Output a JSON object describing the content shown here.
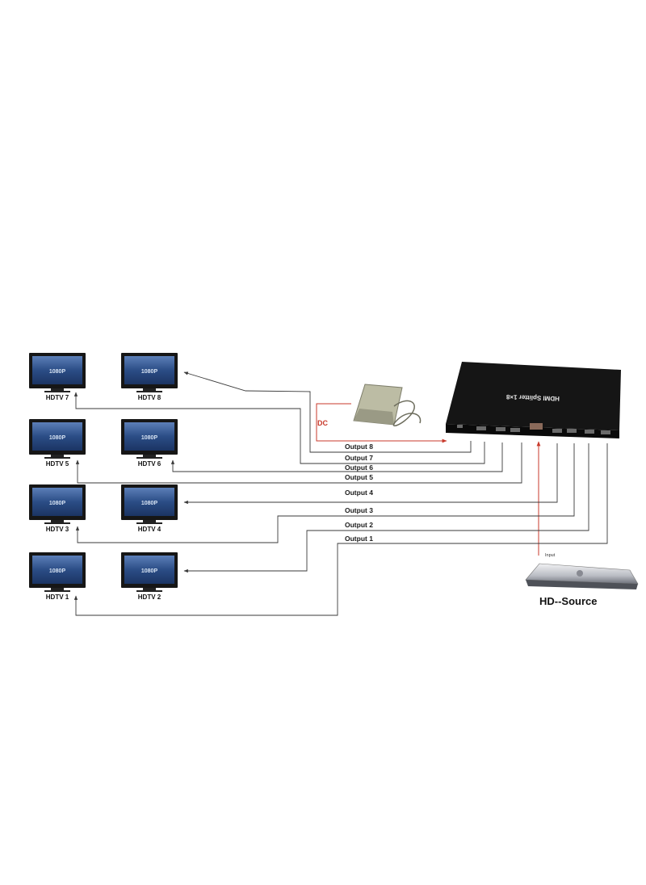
{
  "tvs": [
    {
      "caption": "HDTV 7",
      "screen": "1080P"
    },
    {
      "caption": "HDTV 8",
      "screen": "1080P"
    },
    {
      "caption": "HDTV 5",
      "screen": "1080P"
    },
    {
      "caption": "HDTV 6",
      "screen": "1080P"
    },
    {
      "caption": "HDTV 3",
      "screen": "1080P"
    },
    {
      "caption": "HDTV 4",
      "screen": "1080P"
    },
    {
      "caption": "HDTV 1",
      "screen": "1080P"
    },
    {
      "caption": "HDTV 2",
      "screen": "1080P"
    }
  ],
  "outputs": [
    "Output 8",
    "Output 7",
    "Output 6",
    "Output 5",
    "Output 4",
    "Output 3",
    "Output 2",
    "Output 1"
  ],
  "splitter": {
    "label": "HDMI Splitter 1×8"
  },
  "power": {
    "label": "DC"
  },
  "source": {
    "label": "HD--Source",
    "input_label": "Input"
  },
  "colors": {
    "wire": "#3a3a3a",
    "dc_line": "#c8392b",
    "splitter_body": "#151515",
    "tv_screen": "#2b4d86"
  }
}
